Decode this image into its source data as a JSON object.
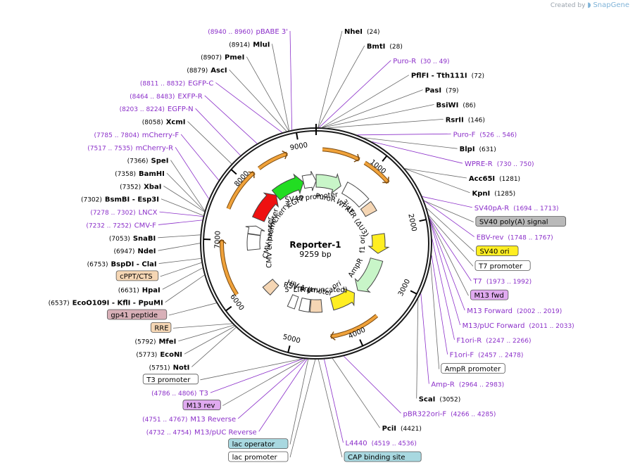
{
  "branding": {
    "prefix": "Created by",
    "name": "SnapGene"
  },
  "plasmid": {
    "name": "Reporter-1",
    "length_label": "9259 bp",
    "length_bp": 9259
  },
  "colors": {
    "primer": "#8b2fc9",
    "enzyme": "#000000",
    "number": "#000000",
    "ring": "#1a1a1a",
    "orf_arrow": "#f0a23a"
  },
  "scale_ticks": [
    {
      "bp": 1000,
      "label": "1000"
    },
    {
      "bp": 2000,
      "label": "2000"
    },
    {
      "bp": 3000,
      "label": "3000"
    },
    {
      "bp": 4000,
      "label": "4000"
    },
    {
      "bp": 5000,
      "label": "5000"
    },
    {
      "bp": 6000,
      "label": "6000"
    },
    {
      "bp": 7000,
      "label": "7000"
    },
    {
      "bp": 8000,
      "label": "8000"
    },
    {
      "bp": 9000,
      "label": "9000"
    }
  ],
  "features": [
    {
      "name": "PuroR",
      "start": 1,
      "end": 600,
      "color": "#c8f5c8",
      "dir": 1
    },
    {
      "name": "SV40 promoter",
      "start": 8960,
      "end": 9259,
      "color": "#ffffff",
      "dir": 1
    },
    {
      "name": "EGFP",
      "start": 8240,
      "end": 8959,
      "color": "#22dd22",
      "dir": 1
    },
    {
      "name": "mCherry",
      "start": 7530,
      "end": 8240,
      "color": "#ee1111",
      "dir": 1
    },
    {
      "name": "CMV promoter",
      "start": 7160,
      "end": 7360,
      "color": "#ffffff",
      "dir": 1
    },
    {
      "name": "WPRE",
      "start": 700,
      "end": 1280,
      "color": "#ffffff",
      "dir": 0
    },
    {
      "name": "3' LTR (ΔU3)",
      "start": 1350,
      "end": 1580,
      "color": "#f5d6b4",
      "dir": 0
    },
    {
      "name": "f1 ori",
      "start": 2100,
      "end": 2550,
      "color": "#ffee22",
      "dir": 1
    },
    {
      "name": "AmpR",
      "start": 2700,
      "end": 3560,
      "color": "#c8f5c8",
      "dir": 1
    },
    {
      "name": "ori",
      "start": 3660,
      "end": 4250,
      "color": "#ffee22",
      "dir": -1
    },
    {
      "name": "5' LTR (truncated)",
      "start": 4500,
      "end": 4760,
      "color": "#f5d6b4",
      "dir": 0
    },
    {
      "name": "RSV promoter",
      "start": 4780,
      "end": 5000,
      "color": "#ffffff",
      "dir": 0
    },
    {
      "name": "HIV-1 ψ",
      "start": 5100,
      "end": 5260,
      "color": "#ffffff",
      "dir": 0
    },
    {
      "name": "RRE",
      "start": 5700,
      "end": 5930,
      "color": "#f5d6b4",
      "dir": 0
    },
    {
      "name": "CMV enhancer",
      "start": 6800,
      "end": 7150,
      "color": "#ffffff",
      "dir": 0
    }
  ],
  "inner_labels": [
    {
      "text": "PuroR"
    },
    {
      "text": "SV40 promoter"
    },
    {
      "text": "EGFP"
    },
    {
      "text": "mCherry"
    },
    {
      "text": "CMV promoter"
    },
    {
      "text": "WPRE"
    },
    {
      "text": "3' LTR (ΔU3)"
    },
    {
      "text": "f1 ori"
    },
    {
      "text": "AmpR"
    },
    {
      "text": "ori"
    },
    {
      "text": "5' LTR (truncated)"
    },
    {
      "text": "RSV promoter"
    },
    {
      "text": "HIV-1 ψ"
    },
    {
      "text": "CMV enhancer"
    }
  ],
  "orf_arrows": [
    {
      "start": 100,
      "end": 700
    },
    {
      "start": 800,
      "end": 1280
    },
    {
      "start": 3600,
      "end": 4400
    },
    {
      "start": 6100,
      "end": 7000
    },
    {
      "start": 7500,
      "end": 8200
    },
    {
      "start": 8300,
      "end": 8800
    }
  ],
  "labels": [
    {
      "kind": "enzyme",
      "name": "NheI",
      "site": "(24)",
      "bp": 24
    },
    {
      "kind": "enzyme",
      "name": "BmtI",
      "site": "(28)",
      "bp": 28
    },
    {
      "kind": "primer",
      "name": "Puro-R",
      "site": "(30 .. 49)",
      "bp": 40
    },
    {
      "kind": "enzyme",
      "name": "PflFI - Tth111I",
      "site": "(72)",
      "bp": 72
    },
    {
      "kind": "enzyme",
      "name": "PasI",
      "site": "(79)",
      "bp": 79
    },
    {
      "kind": "enzyme",
      "name": "BsiWI",
      "site": "(86)",
      "bp": 86
    },
    {
      "kind": "enzyme",
      "name": "RsrII",
      "site": "(146)",
      "bp": 146
    },
    {
      "kind": "primer",
      "name": "Puro-F",
      "site": "(526 .. 546)",
      "bp": 536
    },
    {
      "kind": "enzyme",
      "name": "BlpI",
      "site": "(631)",
      "bp": 631
    },
    {
      "kind": "primer",
      "name": "WPRE-R",
      "site": "(730 .. 750)",
      "bp": 740
    },
    {
      "kind": "enzyme",
      "name": "Acc65I",
      "site": "(1281)",
      "bp": 1281
    },
    {
      "kind": "enzyme",
      "name": "KpnI",
      "site": "(1285)",
      "bp": 1285
    },
    {
      "kind": "primer",
      "name": "SV40pA-R",
      "site": "(1694 .. 1713)",
      "bp": 1703
    },
    {
      "kind": "feature",
      "name": "SV40 poly(A) signal",
      "site": "",
      "bp": 1760,
      "box": "#b9b9b9"
    },
    {
      "kind": "primer",
      "name": "EBV-rev",
      "site": "(1748 .. 1767)",
      "bp": 1757
    },
    {
      "kind": "feature",
      "name": "SV40 ori",
      "site": "",
      "bp": 1860,
      "box": "#ffee22"
    },
    {
      "kind": "feature",
      "name": "T7 promoter",
      "site": "",
      "bp": 1955,
      "box": "#ffffff"
    },
    {
      "kind": "primer",
      "name": "T7",
      "site": "(1973 .. 1992)",
      "bp": 1982
    },
    {
      "kind": "feature",
      "name": "M13 fwd",
      "site": "",
      "bp": 2000,
      "box": "#e0aaf0"
    },
    {
      "kind": "primer",
      "name": "M13 Forward",
      "site": "(2002 .. 2019)",
      "bp": 2010
    },
    {
      "kind": "primer",
      "name": "M13/pUC Forward",
      "site": "(2011 .. 2033)",
      "bp": 2022
    },
    {
      "kind": "primer",
      "name": "F1ori-R",
      "site": "(2247 .. 2266)",
      "bp": 2256
    },
    {
      "kind": "primer",
      "name": "F1ori-F",
      "site": "(2457 .. 2478)",
      "bp": 2467
    },
    {
      "kind": "feature",
      "name": "AmpR promoter",
      "site": "",
      "bp": 2560,
      "box": "#ffffff"
    },
    {
      "kind": "primer",
      "name": "Amp-R",
      "site": "(2964 .. 2983)",
      "bp": 2973
    },
    {
      "kind": "enzyme",
      "name": "ScaI",
      "site": "(3052)",
      "bp": 3052
    },
    {
      "kind": "primer",
      "name": "pBR322ori-F",
      "site": "(4266 .. 4285)",
      "bp": 4275
    },
    {
      "kind": "enzyme",
      "name": "PciI",
      "site": "(4421)",
      "bp": 4421
    },
    {
      "kind": "primer",
      "name": "L4440",
      "site": "(4519 .. 4536)",
      "bp": 4527
    },
    {
      "kind": "feature",
      "name": "CAP binding site",
      "site": "",
      "bp": 4600,
      "box": "#a8d8e0"
    },
    {
      "kind": "feature",
      "name": "lac promoter",
      "site": "",
      "bp": 4640,
      "box": "#ffffff"
    },
    {
      "kind": "primer",
      "name": "M13/pUC Reverse",
      "site": "(4732 .. 4754)",
      "bp": 4743
    },
    {
      "kind": "feature",
      "name": "lac operator",
      "site": "",
      "bp": 4730,
      "box": "#a8d8e0"
    },
    {
      "kind": "primer",
      "name": "M13 Reverse",
      "site": "(4751 .. 4767)",
      "bp": 4759
    },
    {
      "kind": "feature",
      "name": "M13 rev",
      "site": "",
      "bp": 4770,
      "box": "#e0aaf0"
    },
    {
      "kind": "primer",
      "name": "T3",
      "site": "(4786 .. 4806)",
      "bp": 4796
    },
    {
      "kind": "feature",
      "name": "T3 promoter",
      "site": "",
      "bp": 4800,
      "box": "#ffffff"
    },
    {
      "kind": "enzyme",
      "name": "NotI",
      "site": "(5751)",
      "bp": 5751
    },
    {
      "kind": "enzyme",
      "name": "EcoNI",
      "site": "(5773)",
      "bp": 5773
    },
    {
      "kind": "enzyme",
      "name": "MfeI",
      "site": "(5792)",
      "bp": 5792
    },
    {
      "kind": "feature",
      "name": "RRE",
      "site": "",
      "bp": 5820,
      "box": "#f5d6b4"
    },
    {
      "kind": "feature",
      "name": "gp41 peptide",
      "site": "",
      "bp": 6150,
      "box": "#d8b0b8"
    },
    {
      "kind": "enzyme",
      "name": "EcoO109I - KflI - PpuMI",
      "site": "(6537)",
      "bp": 6537
    },
    {
      "kind": "enzyme",
      "name": "HpaI",
      "site": "(6631)",
      "bp": 6631
    },
    {
      "kind": "feature",
      "name": "cPPT/CTS",
      "site": "",
      "bp": 6700,
      "box": "#f5d6b4"
    },
    {
      "kind": "enzyme",
      "name": "BspDI - ClaI",
      "site": "(6753)",
      "bp": 6753
    },
    {
      "kind": "enzyme",
      "name": "NdeI",
      "site": "(6947)",
      "bp": 6947
    },
    {
      "kind": "enzyme",
      "name": "SnaBI",
      "site": "(7053)",
      "bp": 7053
    },
    {
      "kind": "primer",
      "name": "CMV-F",
      "site": "(7232 .. 7252)",
      "bp": 7242
    },
    {
      "kind": "primer",
      "name": "LNCX",
      "site": "(7278 .. 7302)",
      "bp": 7290
    },
    {
      "kind": "enzyme",
      "name": "BsmBI - Esp3I",
      "site": "(7302)",
      "bp": 7302
    },
    {
      "kind": "enzyme",
      "name": "XbaI",
      "site": "(7352)",
      "bp": 7352
    },
    {
      "kind": "enzyme",
      "name": "BamHI",
      "site": "(7358)",
      "bp": 7358
    },
    {
      "kind": "enzyme",
      "name": "SpeI",
      "site": "(7366)",
      "bp": 7366
    },
    {
      "kind": "primer",
      "name": "mCherry-R",
      "site": "(7517 .. 7535)",
      "bp": 7526
    },
    {
      "kind": "primer",
      "name": "mCherry-F",
      "site": "(7785 .. 7804)",
      "bp": 7794
    },
    {
      "kind": "enzyme",
      "name": "XcmI",
      "site": "(8058)",
      "bp": 8058
    },
    {
      "kind": "primer",
      "name": "EGFP-N",
      "site": "(8203 .. 8224)",
      "bp": 8213
    },
    {
      "kind": "primer",
      "name": "EXFP-R",
      "site": "(8464 .. 8483)",
      "bp": 8473
    },
    {
      "kind": "primer",
      "name": "EGFP-C",
      "site": "(8811 .. 8832)",
      "bp": 8821
    },
    {
      "kind": "enzyme",
      "name": "AscI",
      "site": "(8879)",
      "bp": 8879
    },
    {
      "kind": "enzyme",
      "name": "PmeI",
      "site": "(8907)",
      "bp": 8907
    },
    {
      "kind": "enzyme",
      "name": "MluI",
      "site": "(8914)",
      "bp": 8914
    },
    {
      "kind": "primer",
      "name": "pBABE 3'",
      "site": "(8940 .. 8960)",
      "bp": 8950
    }
  ]
}
